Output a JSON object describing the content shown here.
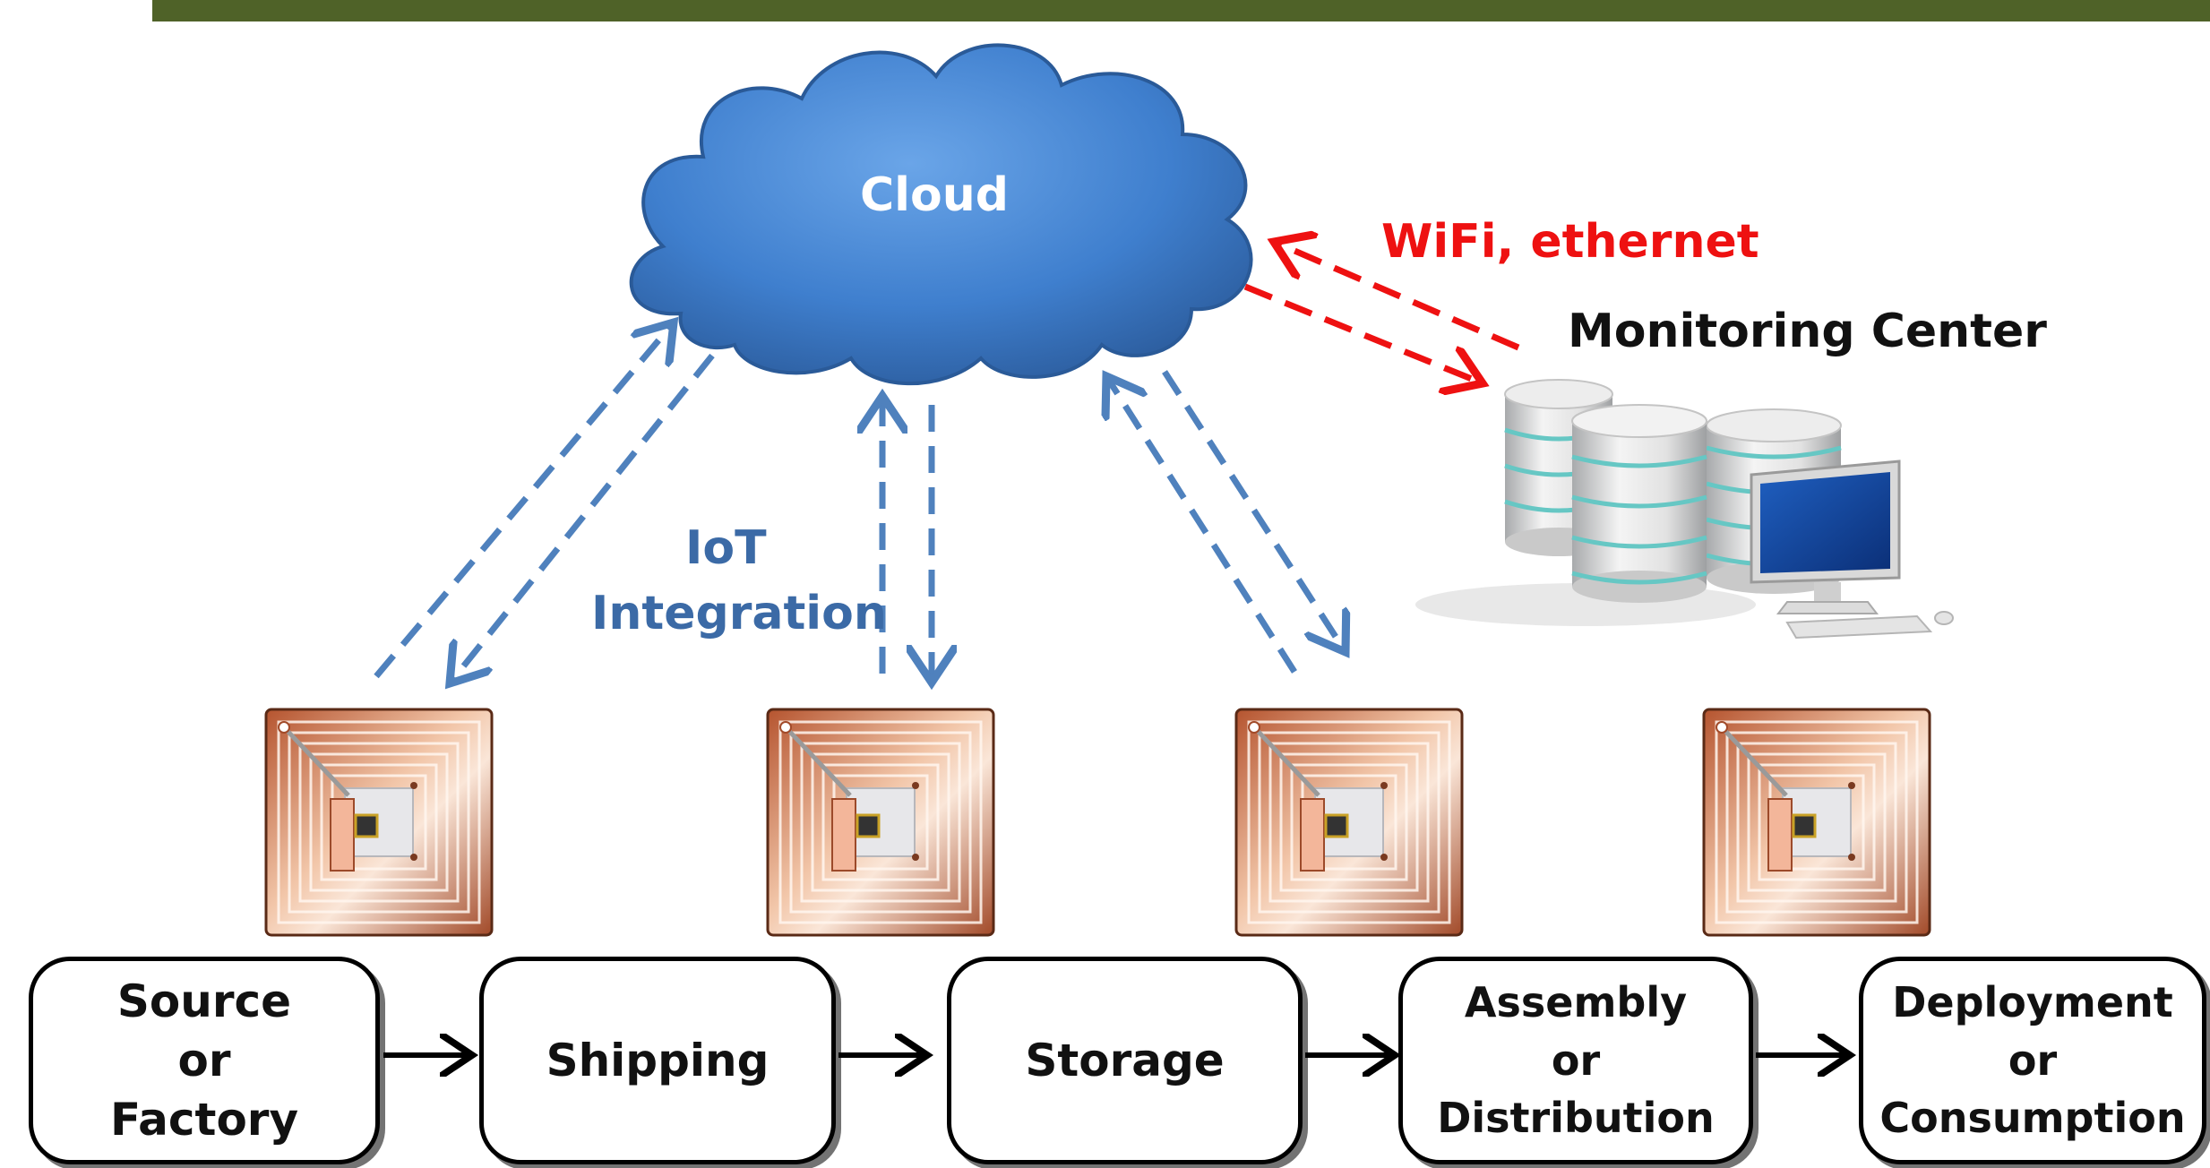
{
  "header": {
    "title": "",
    "color": "#4f6228"
  },
  "cloud": {
    "label": "Cloud",
    "fill": "#4a86d0",
    "text_color": "#ffffff"
  },
  "iot": {
    "label_line1": "IoT",
    "label_line2": "Integration",
    "color": "#3b6aa6",
    "arrow_color": "#4f81bd"
  },
  "network": {
    "label": "WiFi, ethernet",
    "color": "#ee1111"
  },
  "monitoring": {
    "label": "Monitoring Center",
    "icon": "server-computer-icon"
  },
  "rfid": {
    "icon": "rfid-tag-icon",
    "count": 4
  },
  "stages": [
    {
      "label": "Source\nor\nFactory"
    },
    {
      "label": "Shipping"
    },
    {
      "label": "Storage"
    },
    {
      "label": "Assembly\nor\nDistribution"
    },
    {
      "label": "Deployment\nor\nConsumption"
    }
  ]
}
